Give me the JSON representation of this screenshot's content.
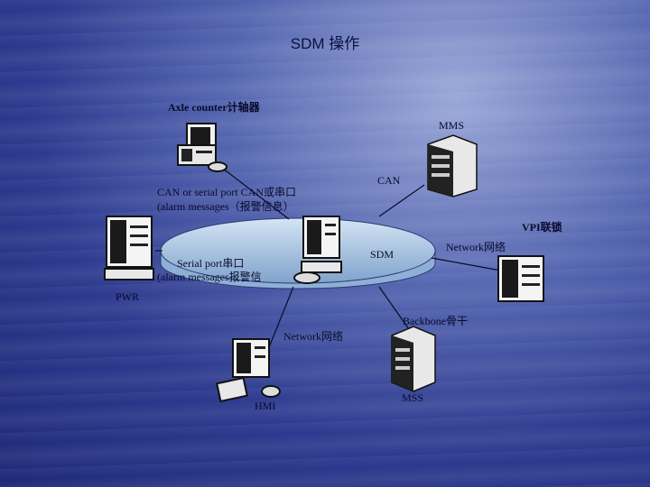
{
  "title": "SDM 操作",
  "labels": {
    "axle_counter": "Axle counter计轴器",
    "mms": "MMS",
    "can_top": "CAN",
    "can_serial": "CAN or serial port CAN或串口",
    "alarm_messages_top": "(alarm messages（报警信息）",
    "vpi": "VPI联锁",
    "network_right": "Network网络",
    "serial_port": "Serial port串口",
    "alarm_messages_left": "(alarm messages报警信",
    "sdm": "SDM",
    "pwr": "PWR",
    "backbone": "Backbone骨干",
    "network_bottom": "Network网络",
    "hmi": "HMI",
    "mss": "MSS"
  },
  "icons": {
    "axle_counter": "computer-terminal-icon",
    "mms": "server-tower-icon",
    "pwr": "computer-terminal-icon",
    "sdm": "computer-terminal-icon",
    "vpi": "computer-terminal-icon",
    "hmi": "computer-terminal-icon",
    "mss": "server-tower-icon"
  },
  "colors": {
    "background": "#2d3a8f",
    "hub_fill": "#a8c4e0",
    "link": "#0a0a2a"
  }
}
